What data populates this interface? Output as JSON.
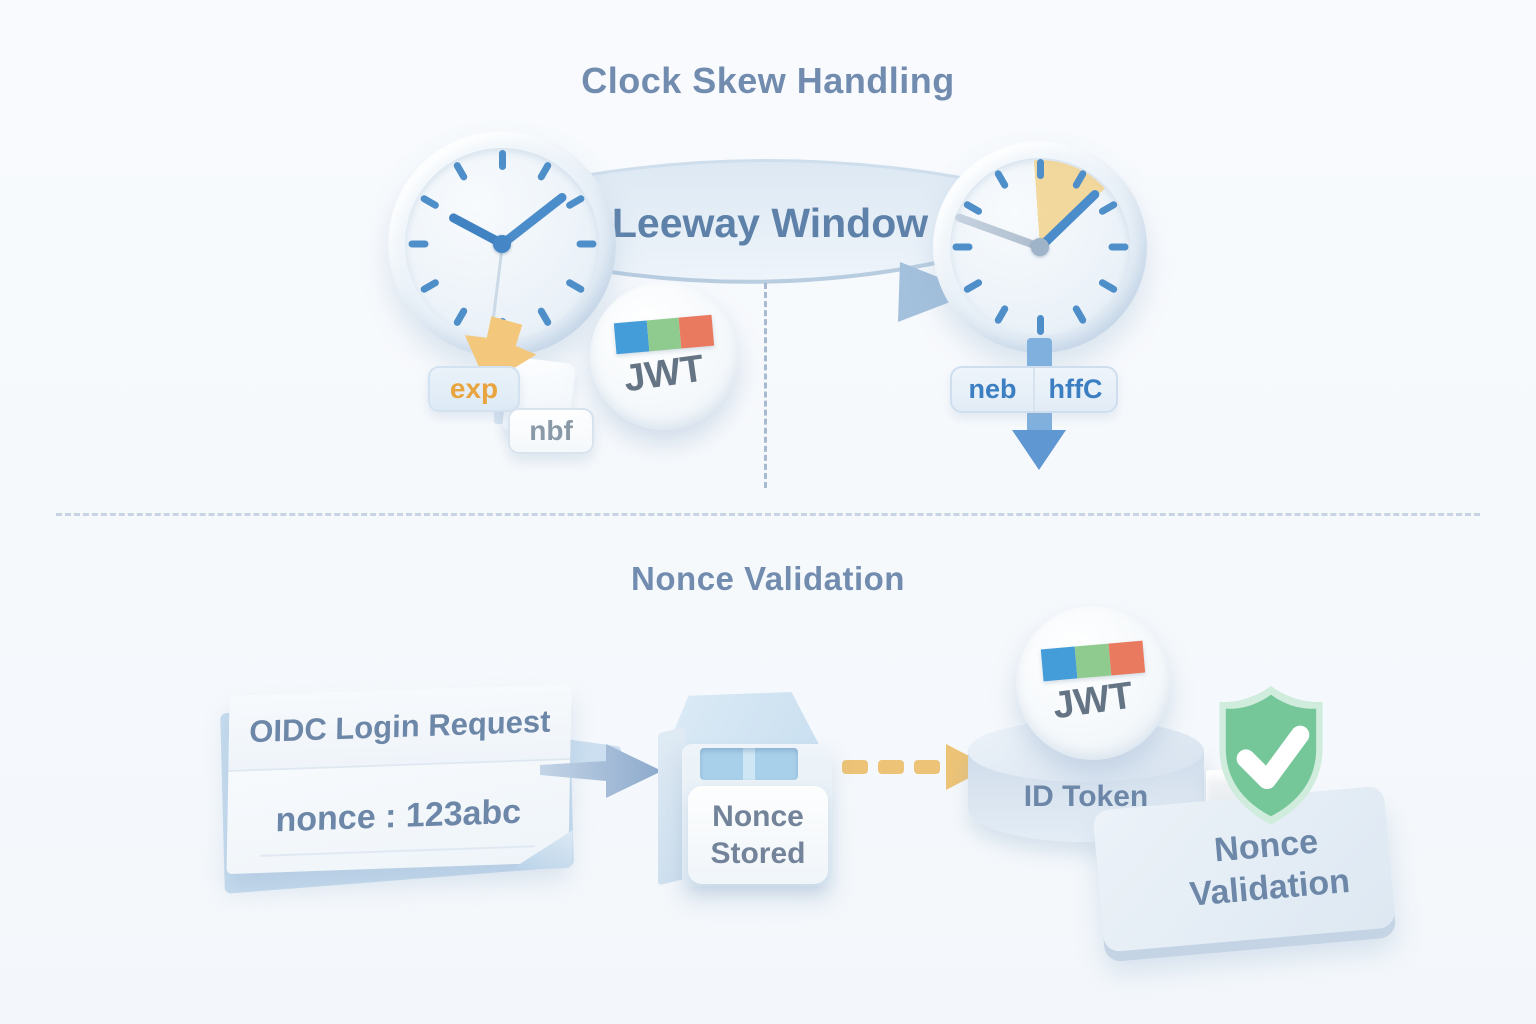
{
  "top_section": {
    "title": "Clock Skew Handling",
    "banner_label": "Leeway Window",
    "left_clock_claims": {
      "exp": "exp",
      "nbf": "nbf"
    },
    "jwt_badge_label": "JWT",
    "right_clock_claims": {
      "left": "neb",
      "right": "hffC"
    }
  },
  "bottom_section": {
    "title": "Nonce Validation",
    "login_card": {
      "header": "OIDC Login Request",
      "nonce_line": "nonce : 123abc"
    },
    "nonce_store": {
      "line1": "Nonce",
      "line2": "Stored"
    },
    "id_token": {
      "jwt_badge_label": "JWT",
      "label": "ID Token"
    },
    "validation_box": {
      "line1": "Nonce",
      "line2": "Validation"
    }
  },
  "colors": {
    "background": "#f7f9fc",
    "title_text": "#718cae",
    "banner_text": "#5d81a9",
    "clock_blue": "#4b8bc8",
    "amber_accent": "#f2c678",
    "exp_orange": "#e8a43e",
    "nbf_gray": "#8a99a8",
    "claim_pill_blue_text": "#3b7ec2",
    "jwt_text": "#647484",
    "jwt_strip_blue": "#449cd9",
    "jwt_strip_green": "#8fcb8e",
    "jwt_strip_red": "#e97a5f",
    "shield_green": "#75c799",
    "label_text": "#6d87a8"
  }
}
